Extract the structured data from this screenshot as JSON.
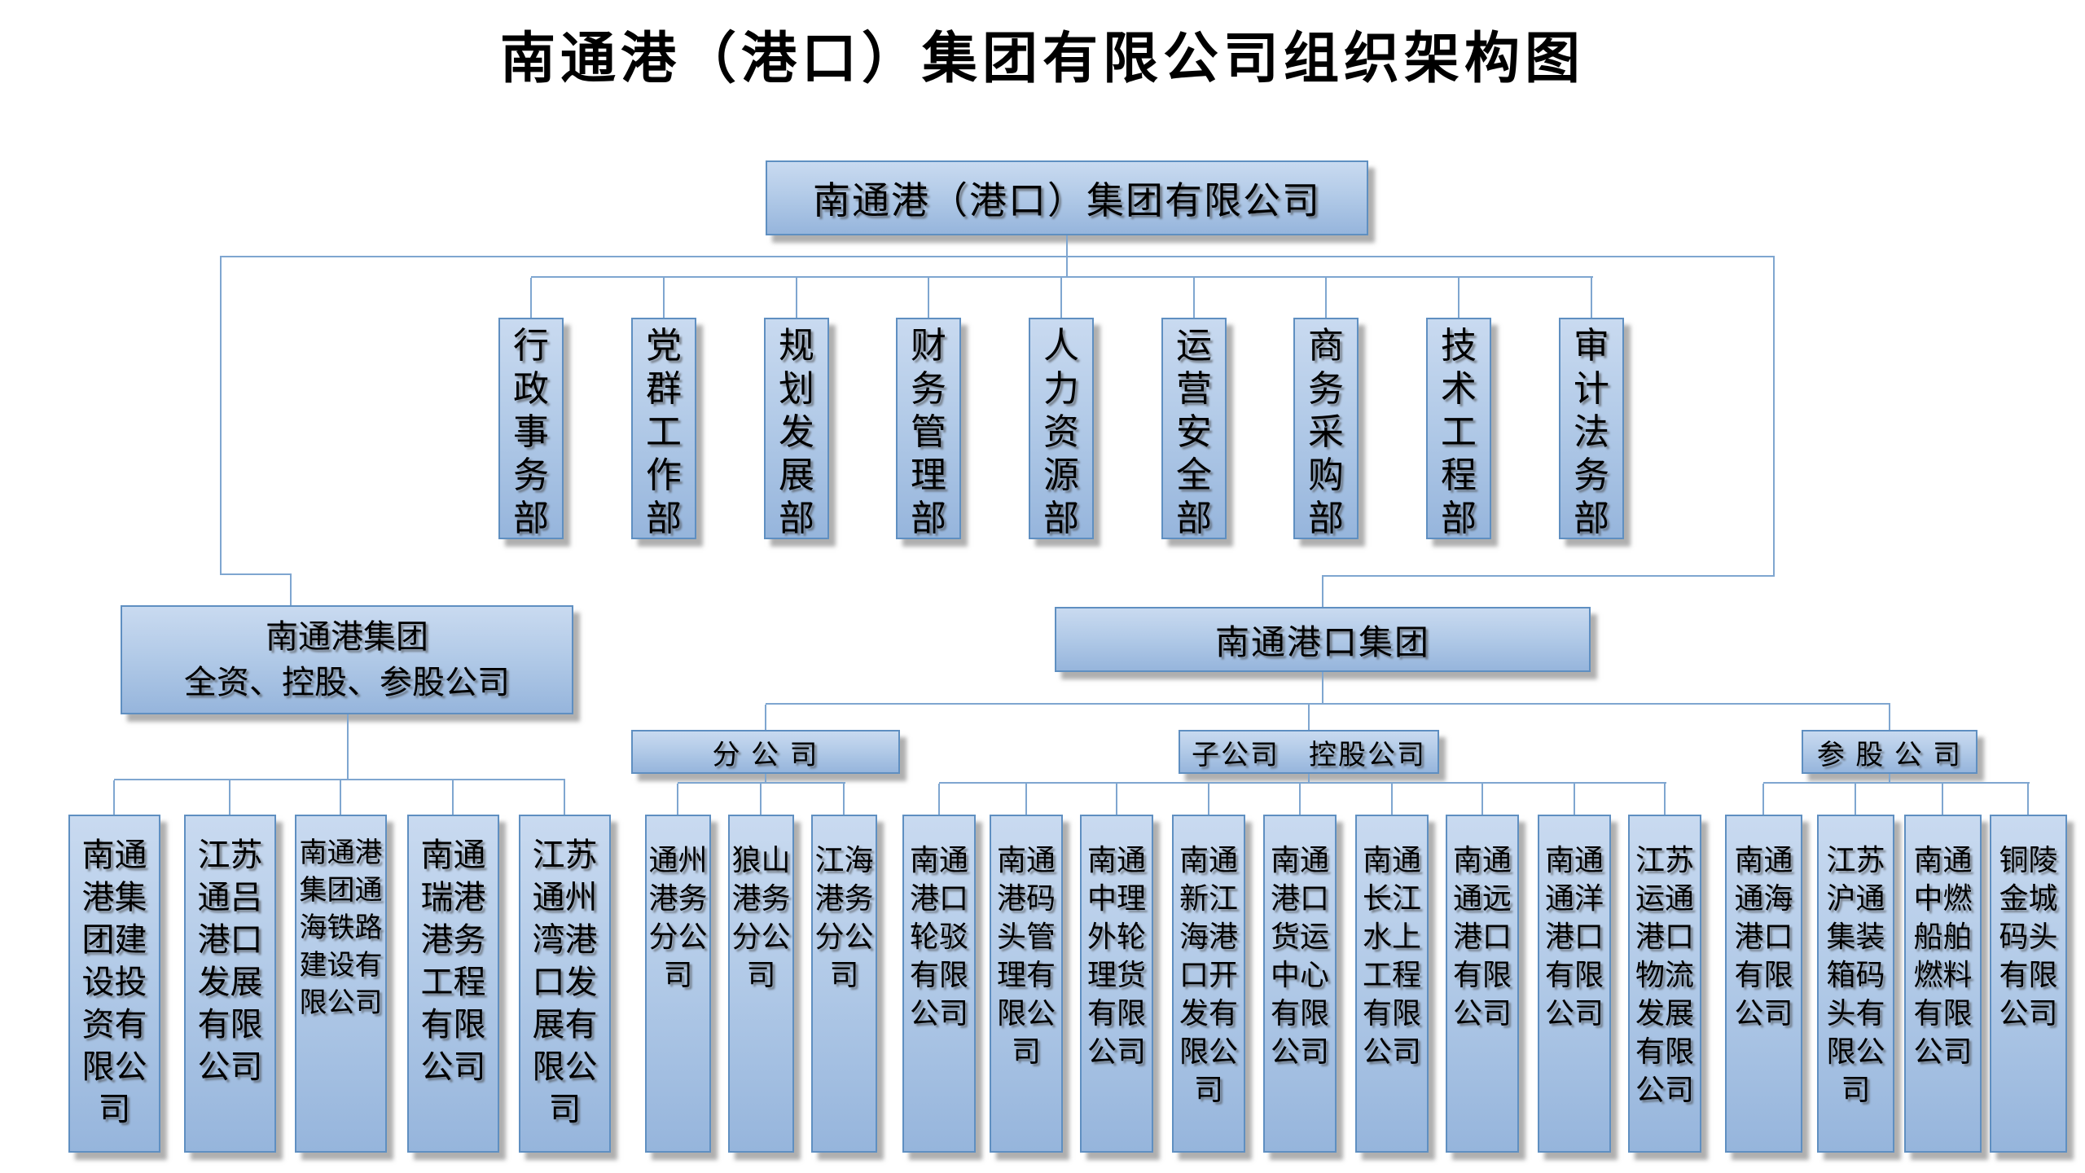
{
  "title": "南通港（港口）集团有限公司组织架构图",
  "root": {
    "label": "南通港（港口）集团有限公司"
  },
  "departments": [
    {
      "label": "行政事务部"
    },
    {
      "label": "党群工作部"
    },
    {
      "label": "规划发展部"
    },
    {
      "label": "财务管理部"
    },
    {
      "label": "人力资源部"
    },
    {
      "label": "运营安全部"
    },
    {
      "label": "商务采购部"
    },
    {
      "label": "技术工程部"
    },
    {
      "label": "审计法务部"
    }
  ],
  "left_group": {
    "line1": "南通港集团",
    "line2": "全资、控股、参股公司",
    "companies": [
      {
        "name": "南通港集团建设投资有限公司"
      },
      {
        "name": "江苏通吕港口发展有限公司"
      },
      {
        "name": "南通港集团通海铁路建设有限公司"
      },
      {
        "name": "南通瑞港港务工程有限公司"
      },
      {
        "name": "江苏通州湾港口发展有限公司"
      }
    ]
  },
  "right_group": {
    "label": "南通港口集团",
    "categories": [
      {
        "label": "分 公 司",
        "companies": [
          {
            "name": "通州港务分公司"
          },
          {
            "name": "狼山港务分公司"
          },
          {
            "name": "江海港务分公司"
          }
        ]
      },
      {
        "label": "子公司　控股公司",
        "companies": [
          {
            "name": "南通港口轮驳有限公司"
          },
          {
            "name": "南通港码头管理有限公司"
          },
          {
            "name": "南通中理外轮理货有限公司"
          },
          {
            "name": "南通新江海港口开发有限公司"
          },
          {
            "name": "南通港口货运中心有限公司"
          },
          {
            "name": "南通长江水上工程有限公司"
          },
          {
            "name": "南通通远港口有限公司"
          },
          {
            "name": "南通通洋港口有限公司"
          },
          {
            "name": "江苏运通港口物流发展有限公司"
          }
        ]
      },
      {
        "label": "参 股 公 司",
        "companies": [
          {
            "name": "南通通海港口有限公司"
          },
          {
            "name": "江苏沪通集装箱码头有限公司"
          },
          {
            "name": "南通中燃船舶燃料有限公司"
          },
          {
            "name": "铜陵金城码头有限公司"
          }
        ]
      }
    ]
  },
  "colors": {
    "box_fill_top": "#c9daf0",
    "box_fill_bottom": "#96b5dc",
    "box_border": "#5f8fc1",
    "connector": "#7fa6d0",
    "text": "#000000",
    "background": "#ffffff"
  }
}
